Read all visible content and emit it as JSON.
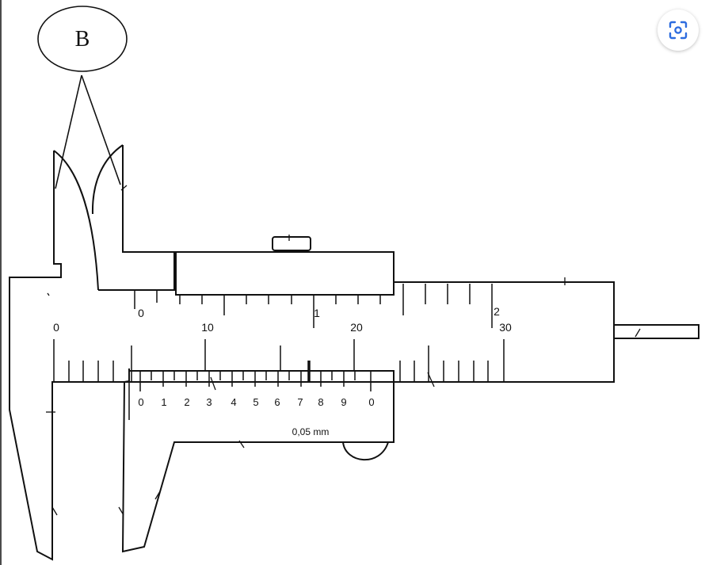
{
  "diagram": {
    "callout_label": "B",
    "main_scale": {
      "labels": [
        "0",
        "10",
        "20",
        "30"
      ],
      "upper_labels": [
        "0",
        "1",
        "2"
      ]
    },
    "vernier_scale": {
      "labels": [
        "0",
        "1",
        "2",
        "3",
        "4",
        "5",
        "6",
        "7",
        "8",
        "9",
        "0"
      ],
      "precision_label": "0,05 mm"
    }
  },
  "toolbar": {
    "lens_button_icon": "lens-search-icon"
  }
}
